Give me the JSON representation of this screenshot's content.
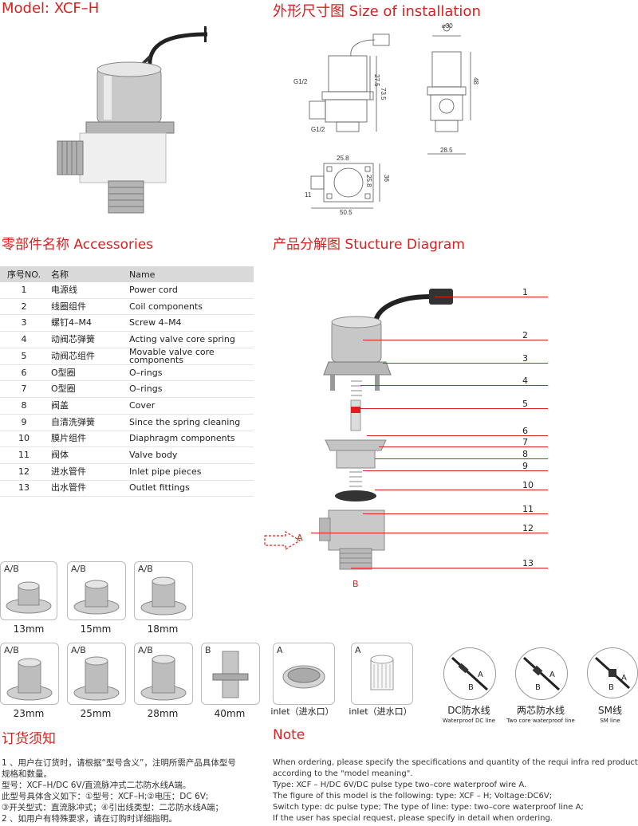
{
  "model_title": "Model: XCF–H",
  "install_title": "外形尺寸图 Size of installation",
  "accessories_title": "零部件名称 Accessories",
  "structure_title": "产品分解图 Stucture Diagram",
  "dimensions": {
    "d1": "27.5",
    "d2": "73.5",
    "d3": "G1/2",
    "d4": "G1/2",
    "d5": "⌀30",
    "d6": "48",
    "d7": "28.5",
    "d8": "25.8",
    "d9": "25.8",
    "d10": "36",
    "d11": "11",
    "d12": "50.5"
  },
  "table": {
    "headers": [
      "序号NO.",
      "名称",
      "Name"
    ],
    "rows": [
      {
        "no": "1",
        "cn": "电源线",
        "en": "Power cord"
      },
      {
        "no": "2",
        "cn": "线圈组件",
        "en": "Coil components"
      },
      {
        "no": "3",
        "cn": "螺钉4–M4",
        "en": "Screw 4–M4"
      },
      {
        "no": "4",
        "cn": "动阀芯弹簧",
        "en": "Acting valve core spring"
      },
      {
        "no": "5",
        "cn": "动阀芯组件",
        "en": "Movable valve core components"
      },
      {
        "no": "6",
        "cn": "O型圈",
        "en": "O–rings"
      },
      {
        "no": "7",
        "cn": "O型圈",
        "en": "O–rings"
      },
      {
        "no": "8",
        "cn": "阀盖",
        "en": "Cover"
      },
      {
        "no": "9",
        "cn": "自清洗弹簧",
        "en": "Since the spring cleaning"
      },
      {
        "no": "10",
        "cn": "膜片组件",
        "en": "Diaphragm components"
      },
      {
        "no": "11",
        "cn": "阀体",
        "en": "Valve body"
      },
      {
        "no": "12",
        "cn": "进水管件",
        "en": "Inlet pipe pieces"
      },
      {
        "no": "13",
        "cn": "出水管件",
        "en": "Outlet fittings"
      }
    ]
  },
  "parts": [
    "1",
    "2",
    "3",
    "4",
    "5",
    "6",
    "7",
    "8",
    "9",
    "10",
    "11",
    "12",
    "13"
  ],
  "flow": {
    "a": "A",
    "b": "B"
  },
  "fittings": [
    {
      "tag": "A/B",
      "caption": "13mm"
    },
    {
      "tag": "A/B",
      "caption": "15mm"
    },
    {
      "tag": "A/B",
      "caption": "18mm"
    },
    {
      "tag": "A/B",
      "caption": "23mm"
    },
    {
      "tag": "A/B",
      "caption": "25mm"
    },
    {
      "tag": "A/B",
      "caption": "28mm"
    },
    {
      "tag": "B",
      "caption": "40mm"
    },
    {
      "tag": "A",
      "caption": "inlet（进水口）"
    },
    {
      "tag": "A",
      "caption": "inlet（进水口）"
    }
  ],
  "lines": [
    {
      "cn": "DC防水线",
      "en": "Waterproof DC line",
      "a": "A",
      "b": "B"
    },
    {
      "cn": "两芯防水线",
      "en": "Two core waterproof line",
      "a": "A",
      "b": "B"
    },
    {
      "cn": "SM线",
      "en": "SM line",
      "a": "A",
      "b": "B"
    }
  ],
  "order_title": "订货须知",
  "note_title": "Note",
  "order_lines": [
    "1 、用户在订货时，请根据“型号含义”，注明所需产品具体型号",
    "规格和数量。",
    " 型号：XCF–H/DC 6V/直流脉冲式二芯防水线A端。",
    " 此型号具体含义如下：①型号：XCF–H;②电压：DC 6V;",
    " ③开关型式：直流脉冲式；④引出线类型：二芯防水线A端；",
    "2 、如用户有特殊要求，请在订购时详细指明。"
  ],
  "note_lines": [
    "When ordering, please specify the specifications and quantity of the requi infra red product",
    "according to the \"model meaning\".",
    "Type: XCF – H/DC 6V/DC pulse type two–core waterproof wire A.",
    "The figure of this model is the following: type: XCF – H; Voltage:DC6V;",
    "Switch type: dc pulse type; The type of line: type: two–core waterproof line A;",
    "If the user has special request, please specify in detail when ordering."
  ]
}
